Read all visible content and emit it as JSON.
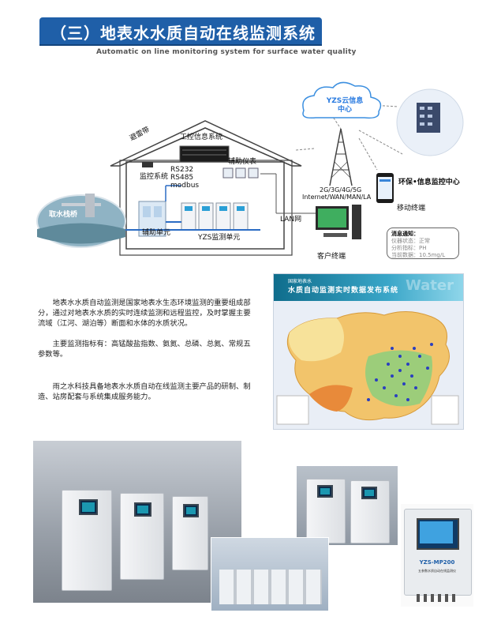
{
  "header": {
    "title": "（三）地表水水质自动在线监测系统",
    "subtitle": "Automatic on line monitoring system for surface water quality"
  },
  "diagram": {
    "roof_label": "避雷带",
    "camera_label": "监控系统",
    "ipc_label": "工控信息系统",
    "protocols": [
      "RS232",
      "RS485",
      "modbus"
    ],
    "aux_instrument": "辅助仪表",
    "aux_unit": "辅助单元",
    "yzs_unit": "YZS监测单元",
    "intake": "取水栈桥",
    "lan": "LAN网",
    "client": "客户终端",
    "network": "2G/3G/4G/5G",
    "network2": "Internet/WAN/MAN/LA",
    "mobile": "移动终端",
    "cloud": "YZS云信息",
    "cloud2": "中心",
    "center": "环保•信息监控中心"
  },
  "notice": {
    "title": "消息通知：",
    "rows": [
      "仪器状态：正常",
      "分析指标：PH",
      "当前数据：10.5mg/L"
    ]
  },
  "body": {
    "p1": "地表水水质自动监测是国家地表水生态环境监测的重要组成部分，通过对地表水水质的实时连续监测和远程监控，及时掌握主要流域（江河、湖泊等）断面和水体的水质状况。",
    "p2": "主要监测指标有：高锰酸盐指数、氨氮、总磷、总氮、常规五参数等。",
    "p3": "雨之水科技具备地表水水质自动在线监测主要产品的研制、制造、站房配套与系统集成服务能力。"
  },
  "map": {
    "line1": "国家地表水",
    "line2": "水质自动监测实时数据发布系统",
    "watermark": "Water"
  },
  "device": {
    "model": "YZS-MP200",
    "caption": "五参数水质自动在线监测仪"
  },
  "colors": {
    "accent": "#1f5fa8",
    "cloud_text": "#2a7be0"
  }
}
